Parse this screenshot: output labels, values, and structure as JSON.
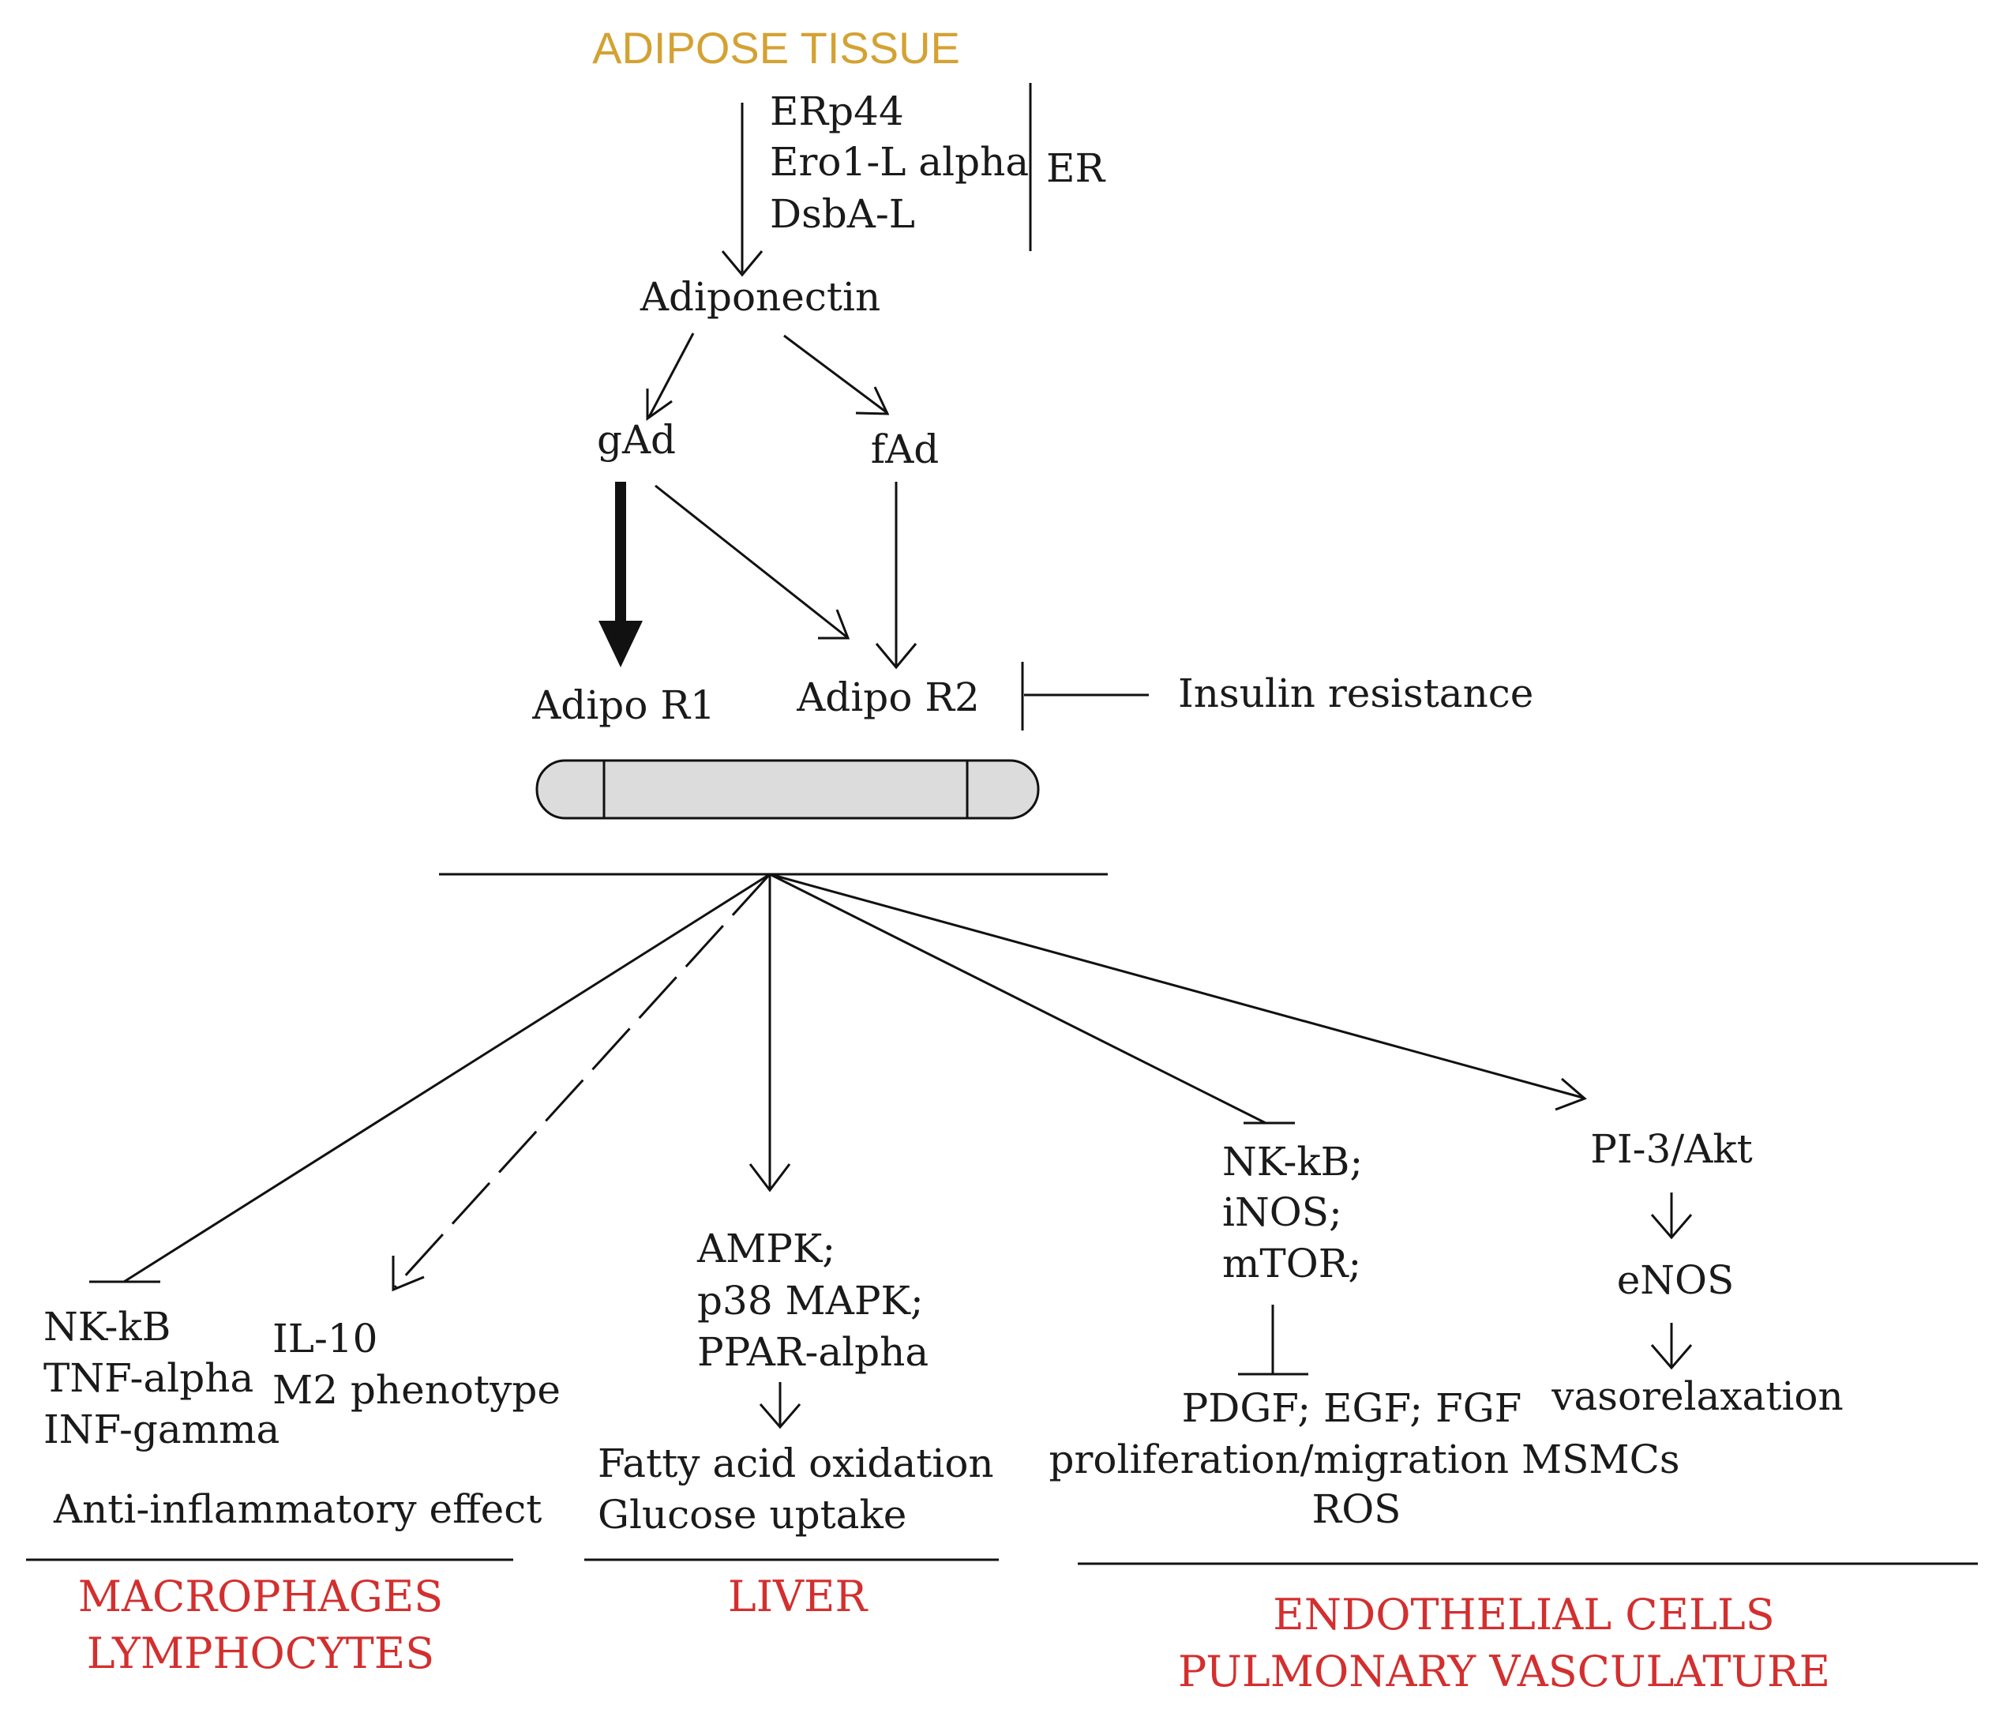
{
  "title": "ADIPOSE TISSUE",
  "er_group": {
    "items": [
      "ERp44",
      "Ero1-L alpha",
      "DsbA-L"
    ],
    "label": "ER"
  },
  "nodes": {
    "adiponectin": "Adiponectin",
    "gad": "gAd",
    "fad": "fAd",
    "adipor1": "Adipo R1",
    "adipor2": "Adipo R2",
    "insulin_resistance": "Insulin resistance"
  },
  "macrophages": {
    "inhibited": [
      "NK-kB",
      "TNF-alpha",
      "INF-gamma"
    ],
    "promoted": [
      "IL-10",
      "M2 phenotype"
    ],
    "effect": "Anti-inflammatory effect",
    "heading": [
      "MACROPHAGES",
      "LYMPHOCYTES"
    ]
  },
  "liver": {
    "pathways": [
      "AMPK;",
      "p38 MAPK;",
      "PPAR-alpha"
    ],
    "outcomes": [
      "Fatty acid oxidation",
      "Glucose uptake"
    ],
    "heading": "LIVER"
  },
  "endothelial": {
    "inhibited": [
      "NK-kB;",
      "iNOS;",
      "mTOR;"
    ],
    "downstream": [
      "PDGF; EGF; FGF",
      "proliferation/migration MSMCs",
      "ROS"
    ],
    "akt": "PI-3/Akt",
    "enos": "eNOS",
    "vaso": "vasorelaxation",
    "heading": [
      "ENDOTHELIAL CELLS",
      "PULMONARY VASCULATURE"
    ]
  },
  "colors": {
    "title": "#d4a233",
    "heading": "#d32f2f",
    "line": "#111111"
  }
}
